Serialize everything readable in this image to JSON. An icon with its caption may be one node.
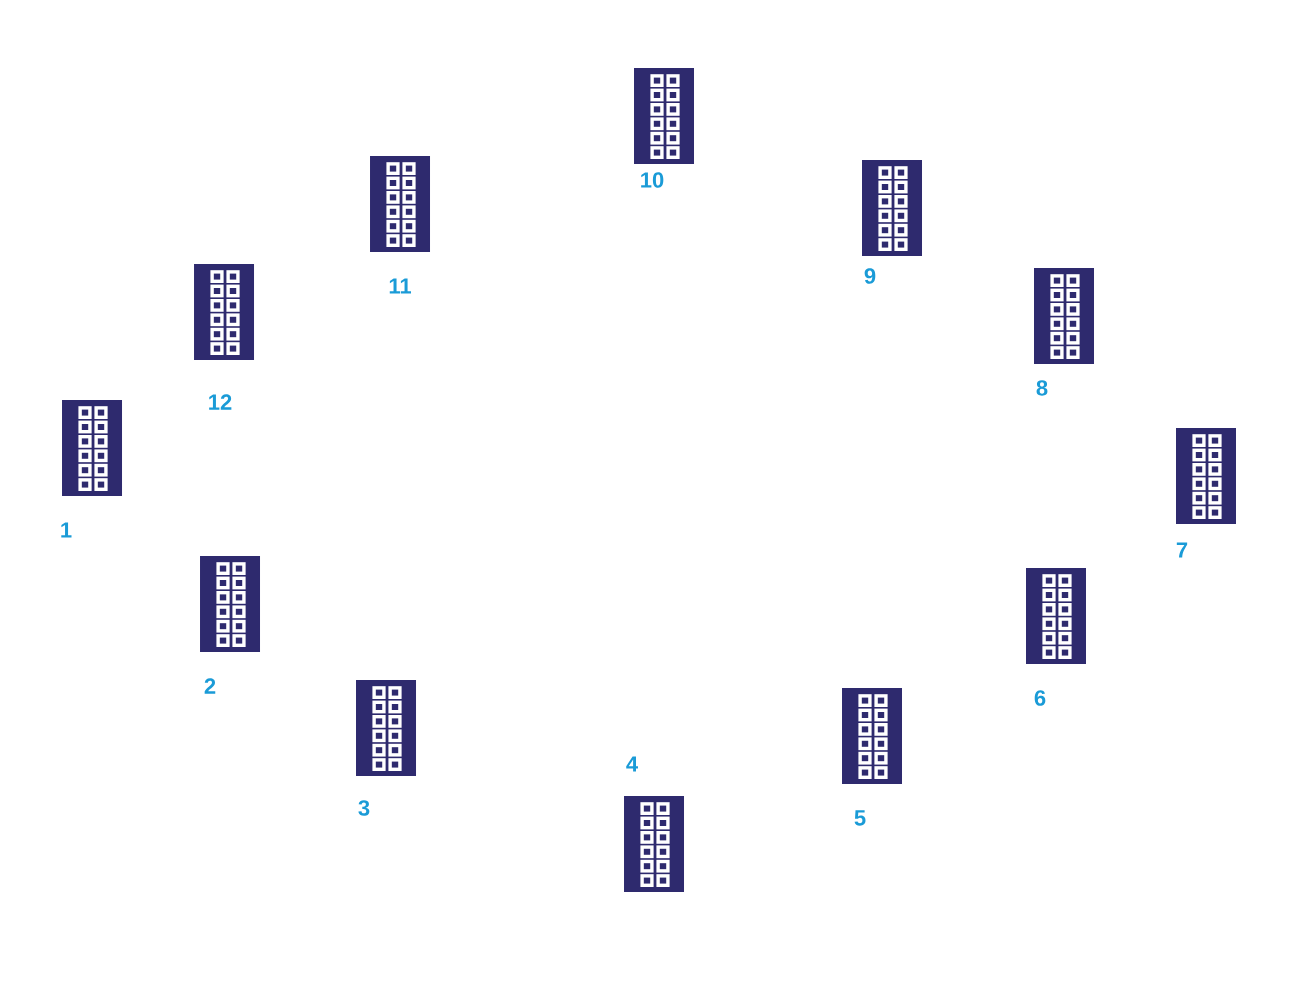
{
  "diagram": {
    "nodes": [
      {
        "text": [
          "1"
        ]
      },
      {
        "text": [
          "2"
        ]
      },
      {
        "text": [
          "3"
        ]
      },
      {
        "text": [
          "4"
        ]
      },
      {
        "text": [
          "5"
        ]
      },
      {
        "text": [
          "6"
        ]
      },
      {
        "text": [
          "7"
        ]
      },
      {
        "text": [
          "8"
        ]
      },
      {
        "text": [
          "9"
        ]
      },
      {
        "text": [
          "10"
        ]
      },
      {
        "text": [
          "11"
        ]
      },
      {
        "text": [
          "12"
        ]
      }
    ]
  }
}
